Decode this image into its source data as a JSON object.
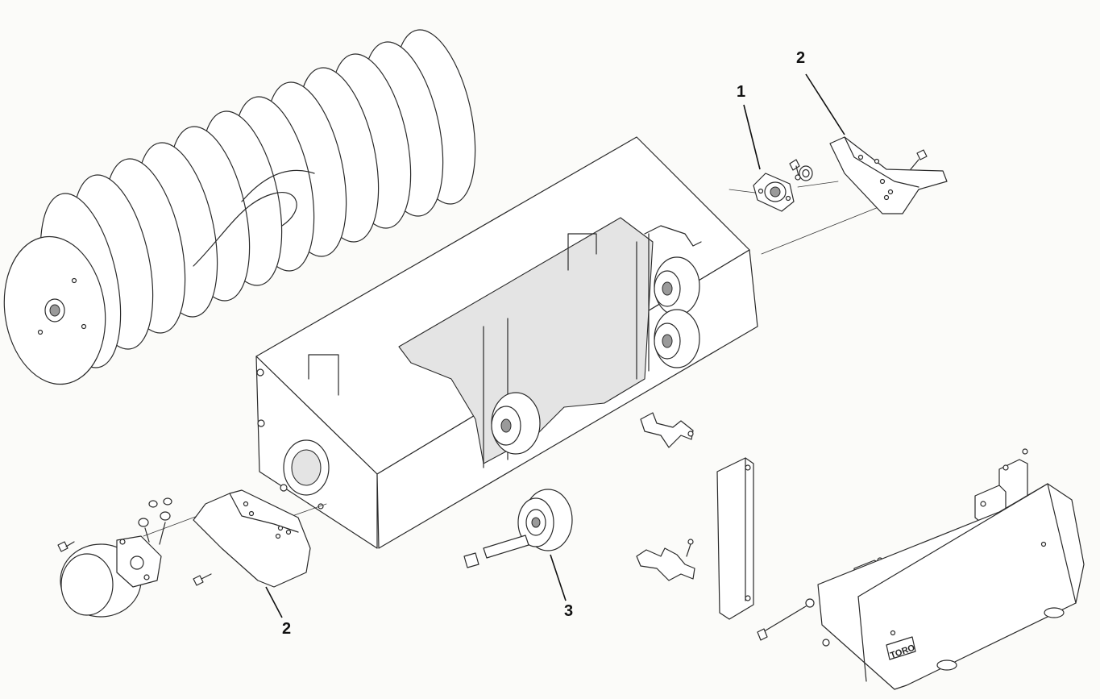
{
  "callouts": {
    "c1": "1",
    "c2_top": "2",
    "c2_bottom": "2",
    "c3": "3"
  },
  "brand_label": "TORO",
  "colors": {
    "line": "#2a2a2a",
    "paper": "#fbfbf9"
  }
}
